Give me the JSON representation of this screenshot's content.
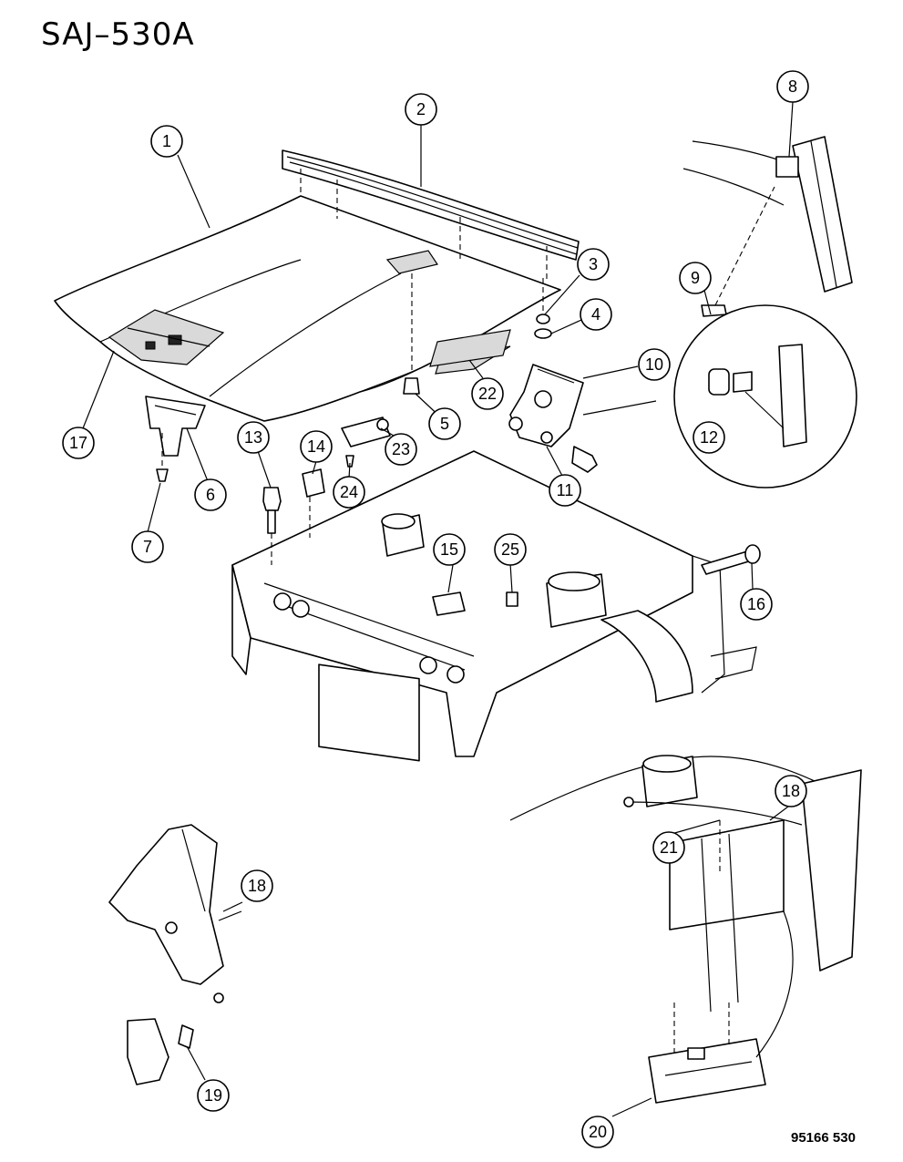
{
  "diagram": {
    "title": "SAJ–530A",
    "footer_code": "95166  530",
    "callouts": [
      "1",
      "2",
      "3",
      "4",
      "5",
      "6",
      "7",
      "8",
      "9",
      "10",
      "11",
      "12",
      "13",
      "14",
      "15",
      "16",
      "17",
      "18",
      "18",
      "19",
      "20",
      "21",
      "22",
      "23",
      "24",
      "25"
    ]
  }
}
